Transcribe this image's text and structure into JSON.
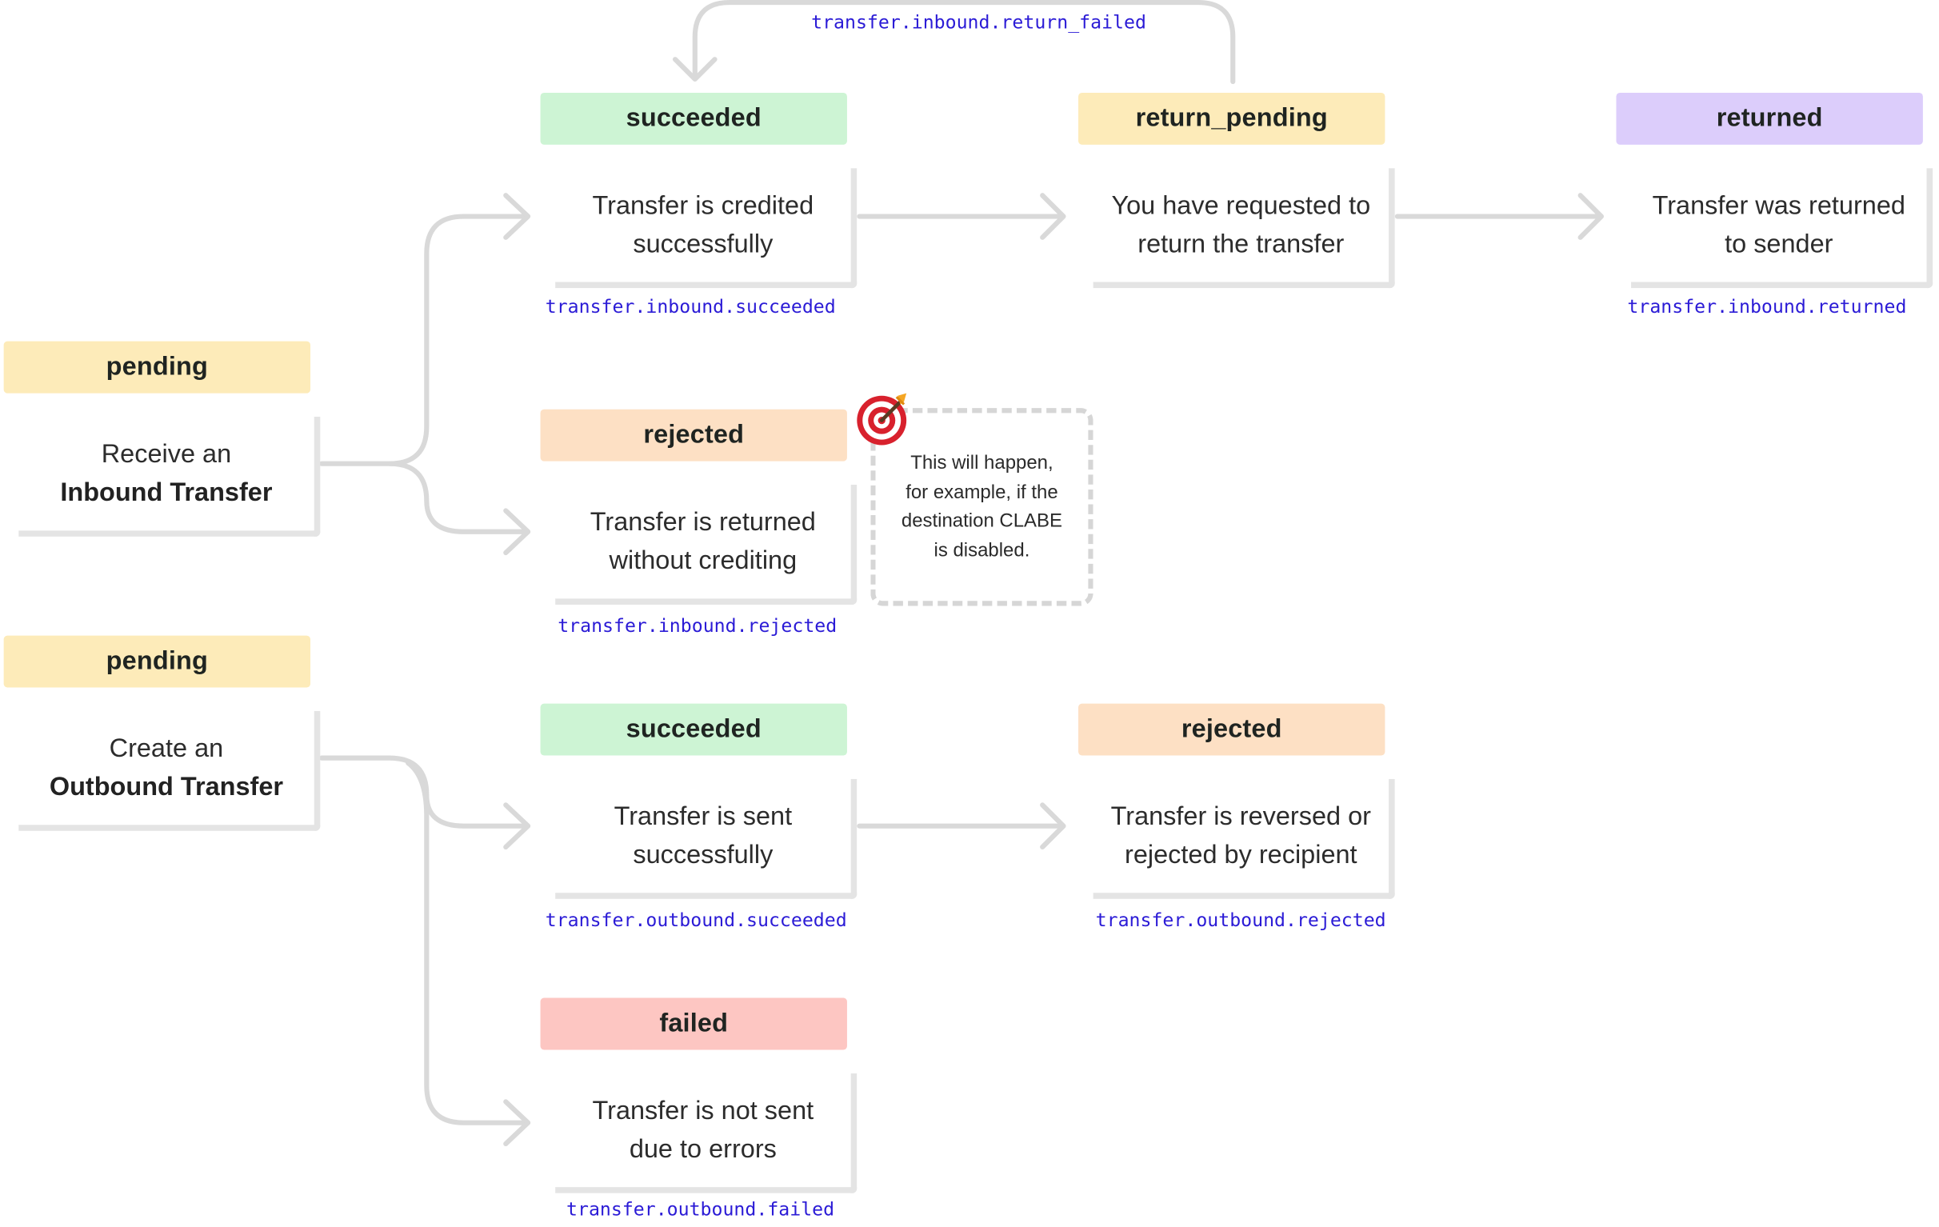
{
  "inbound": {
    "pending": {
      "status": "pending",
      "line1": "Receive an",
      "line2": "Inbound Transfer"
    },
    "succeeded": {
      "status": "succeeded",
      "line1": "Transfer is credited",
      "line2": "successfully",
      "event": "transfer.inbound.succeeded"
    },
    "return_pending": {
      "status": "return_pending",
      "line1": "You have requested to",
      "line2": "return the transfer"
    },
    "returned": {
      "status": "returned",
      "line1": "Transfer was returned",
      "line2": "to sender",
      "event": "transfer.inbound.returned"
    },
    "rejected": {
      "status": "rejected",
      "line1": "Transfer is returned",
      "line2": "without crediting",
      "event": "transfer.inbound.rejected"
    },
    "return_failed_event": "transfer.inbound.return_failed",
    "note": {
      "line1": "This will happen,",
      "line2": "for example, if the",
      "line3": "destination CLABE",
      "line4": "is disabled.",
      "icon": "target-icon"
    }
  },
  "outbound": {
    "pending": {
      "status": "pending",
      "line1": "Create an",
      "line2": "Outbound Transfer"
    },
    "succeeded": {
      "status": "succeeded",
      "line1": "Transfer is sent",
      "line2": "successfully",
      "event": "transfer.outbound.succeeded"
    },
    "rejected": {
      "status": "rejected",
      "line1": "Transfer is reversed or",
      "line2": "rejected by recipient",
      "event": "transfer.outbound.rejected"
    },
    "failed": {
      "status": "failed",
      "line1": "Transfer is not sent",
      "line2": "due to errors",
      "event": "transfer.outbound.failed"
    }
  },
  "colors": {
    "succeeded": "#cdf4d4",
    "pending": "#fdebb9",
    "returned": "#dccdfb",
    "rejected": "#fde0c4",
    "failed": "#fdc6c2",
    "event_text": "#2b1bd6",
    "connector": "#d9d9d9"
  }
}
